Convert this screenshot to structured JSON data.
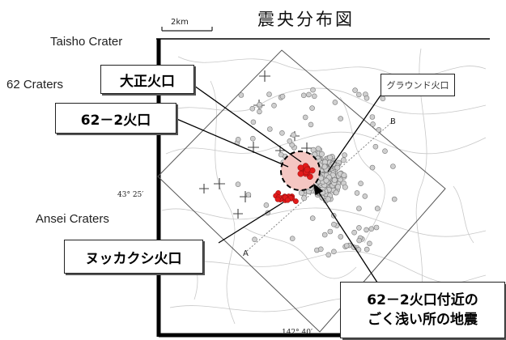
{
  "map": {
    "title": "震央分布図",
    "scale_label": "2km",
    "latitude_label": "43° 25′",
    "longitude_label": "142° 40′",
    "point_a": "A",
    "point_b": "B",
    "grounded_crater_label": "グラウンド火口"
  },
  "labels_en": {
    "taisho": "Taisho Crater",
    "crater62": "62 Craters",
    "ansei": "Ansei Craters"
  },
  "labels_jp": {
    "taisho": "大正火口",
    "crater62_2": "62－2火口",
    "nukkakushi": "ヌッカクシ火口",
    "note_line1": "62－2火口付近の",
    "note_line2": "ごく浅い所の地震"
  },
  "colors": {
    "epicenter_red": "#e21b1b",
    "epicenter_grey": "#c9c9c9",
    "highlight_pink": "#f4c6c2"
  }
}
